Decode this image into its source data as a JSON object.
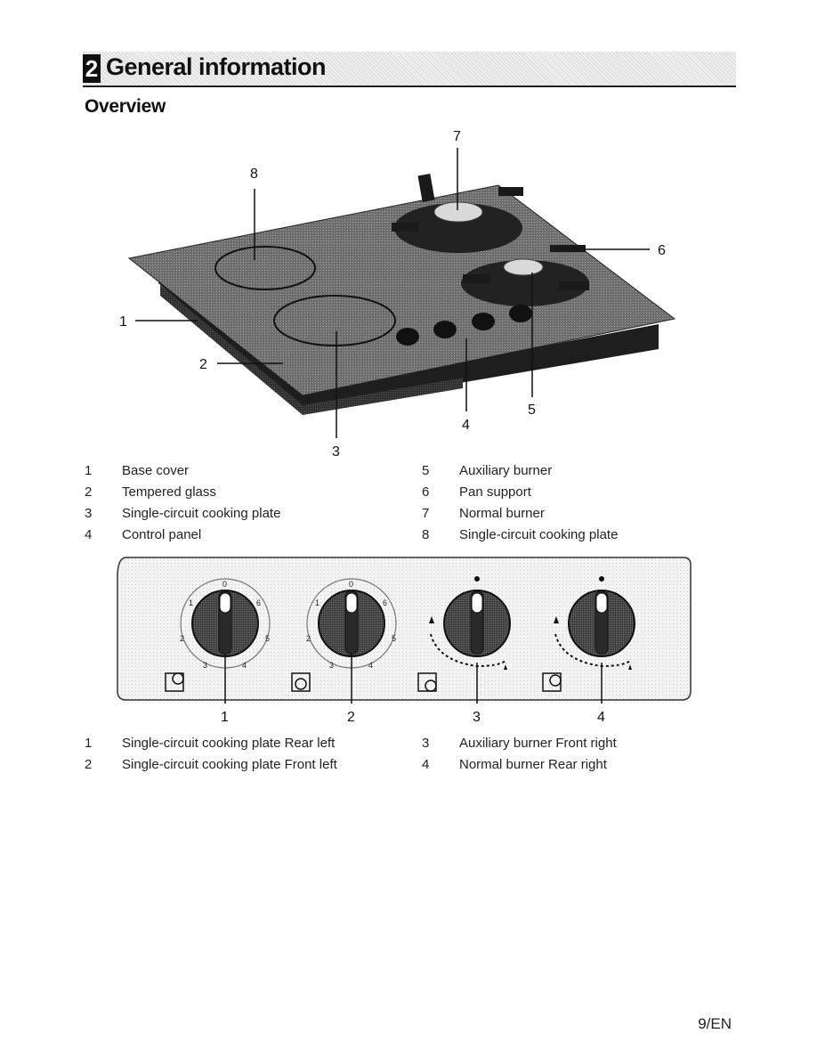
{
  "header": {
    "chapter_number": "2",
    "chapter_title": "General information"
  },
  "section": {
    "title": "Overview"
  },
  "hob_figure": {
    "callouts": [
      "1",
      "2",
      "3",
      "4",
      "5",
      "6",
      "7",
      "8"
    ]
  },
  "hob_legend": [
    {
      "num": "1",
      "label": "Base cover"
    },
    {
      "num": "2",
      "label": "Tempered glass"
    },
    {
      "num": "3",
      "label": "Single-circuit cooking plate"
    },
    {
      "num": "4",
      "label": "Control panel"
    },
    {
      "num": "5",
      "label": "Auxiliary burner"
    },
    {
      "num": "6",
      "label": "Pan support"
    },
    {
      "num": "7",
      "label": "Normal burner"
    },
    {
      "num": "8",
      "label": "Single-circuit cooking plate"
    }
  ],
  "panel_figure": {
    "callouts": [
      "1",
      "2",
      "3",
      "4"
    ],
    "dial_marks": [
      "0",
      "1",
      "2",
      "3",
      "4",
      "5",
      "6"
    ]
  },
  "panel_legend": [
    {
      "num": "1",
      "label": "Single-circuit cooking plate Rear left"
    },
    {
      "num": "2",
      "label": "Single-circuit cooking plate Front left"
    },
    {
      "num": "3",
      "label": "Auxiliary burner Front right"
    },
    {
      "num": "4",
      "label": "Normal burner Rear right"
    }
  ],
  "footer": {
    "page_number": "9/EN"
  }
}
